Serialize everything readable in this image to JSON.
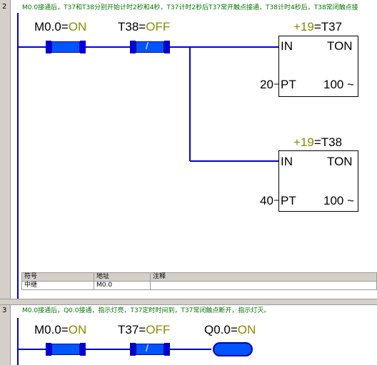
{
  "networks": [
    {
      "number": "2",
      "comment": "M0.0接通后，T37和T38分别开始计时2秒和4秒，T37计时2秒后T37常开触点接通，T38计时4秒后，T38常闭触点接",
      "contacts": [
        {
          "op1": "M0.0",
          "op2": "ON",
          "type": "NO"
        },
        {
          "op1": "T38",
          "op2": "OFF",
          "type": "NC",
          "symbol": "/"
        }
      ],
      "timers": [
        {
          "title_prefix": "+19",
          "title_name": "T37",
          "in_label": "IN",
          "type_label": "TON",
          "pt_value": "20",
          "pt_label": "PT",
          "base": "100 ~"
        },
        {
          "title_prefix": "+19",
          "title_name": "T38",
          "in_label": "IN",
          "type_label": "TON",
          "pt_value": "40",
          "pt_label": "PT",
          "base": "100 ~"
        }
      ]
    },
    {
      "number": "3",
      "comment": "M0.0接通后，Q0.0接通，指示灯亮，T37定时时间到，T37常闭触点断开，指示灯灭。",
      "contacts": [
        {
          "op1": "M0.0",
          "op2": "ON",
          "type": "NO"
        },
        {
          "op1": "T37",
          "op2": "OFF",
          "type": "NC",
          "symbol": "/"
        }
      ],
      "coil": {
        "op1": "Q0.0",
        "op2": "ON"
      }
    }
  ],
  "symbol_table": {
    "headers": [
      "符号",
      "地址",
      "注释"
    ],
    "rows": [
      [
        "中继",
        "M0.0",
        ""
      ]
    ]
  },
  "colors": {
    "wire": "#0000cc",
    "contact_fill": "#0055ff",
    "status_on": "#8a8a00",
    "comment": "#007700"
  }
}
